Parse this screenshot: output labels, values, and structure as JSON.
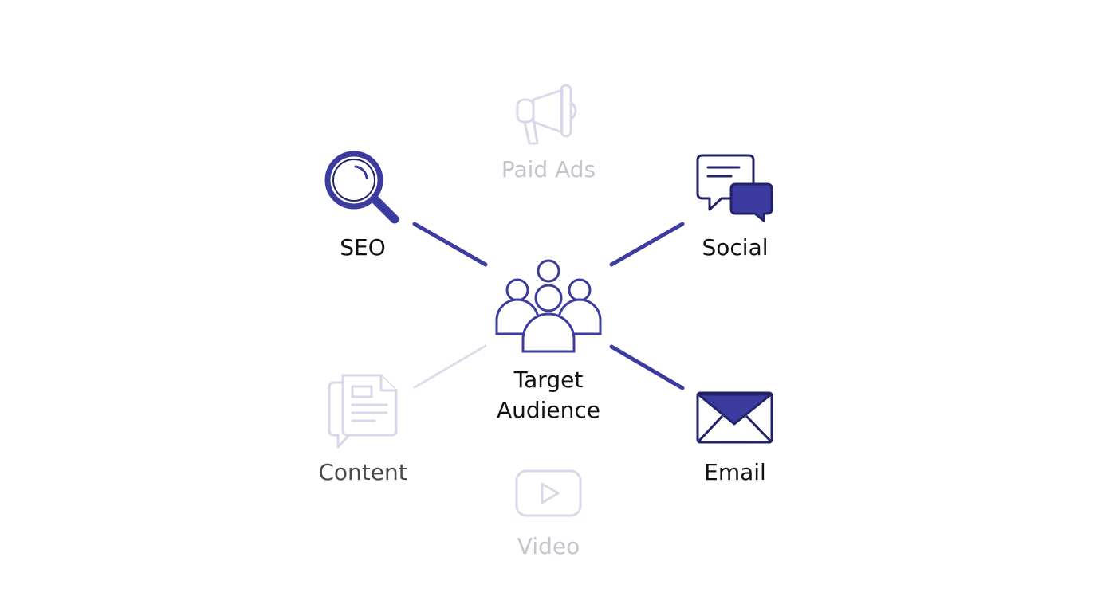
{
  "center": {
    "line1": "Target",
    "line2": "Audience",
    "icon": "group-icon"
  },
  "channels": {
    "paid_ads": {
      "label": "Paid Ads",
      "icon": "megaphone-icon",
      "active": false
    },
    "seo": {
      "label": "SEO",
      "icon": "search-icon",
      "active": true
    },
    "social": {
      "label": "Social",
      "icon": "chat-bubbles-icon",
      "active": true
    },
    "content": {
      "label": "Content",
      "icon": "document-icon",
      "active": false
    },
    "email": {
      "label": "Email",
      "icon": "envelope-icon",
      "active": true
    },
    "video": {
      "label": "Video",
      "icon": "play-video-icon",
      "active": false
    }
  },
  "colors": {
    "accent": "#3b3ba0",
    "accent_dark": "#23236b",
    "muted": "#d8d8ea",
    "text_active": "#111111",
    "text_muted": "#c5c5d0"
  }
}
